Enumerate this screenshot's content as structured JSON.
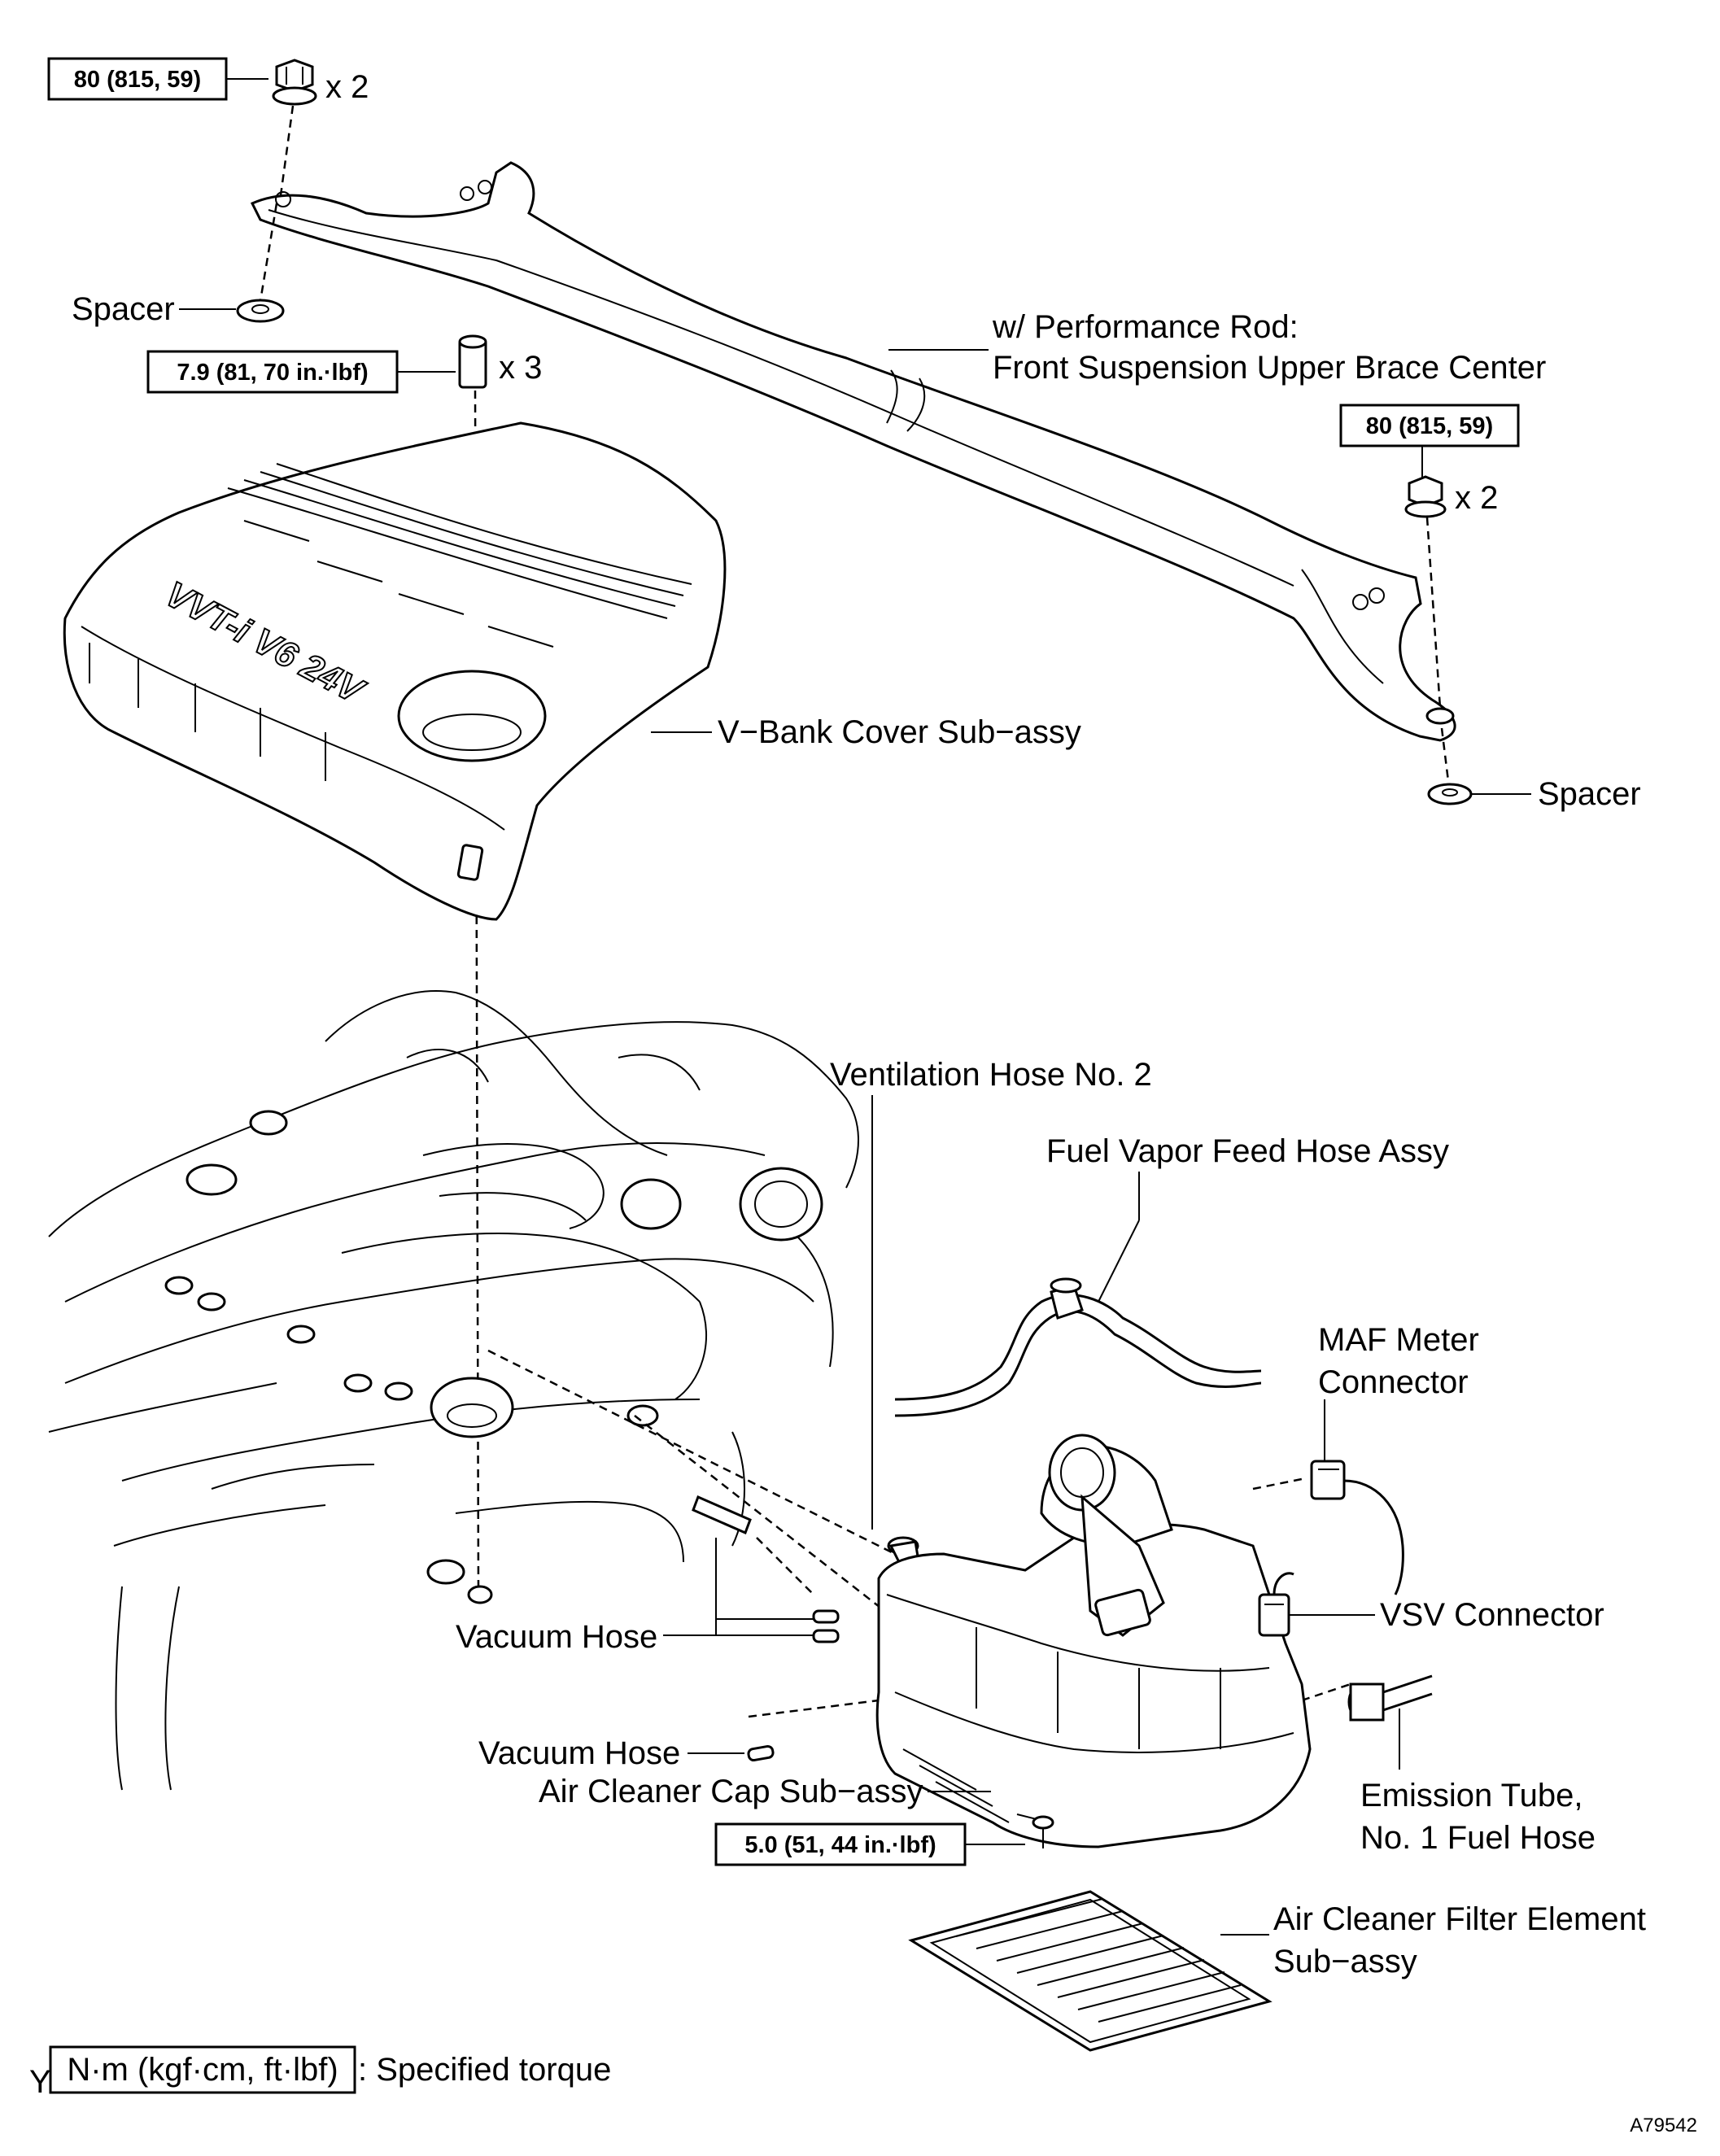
{
  "torque_specs": {
    "upper_left_nut": "80 (815, 59)",
    "upper_left_qty": "x 2",
    "vbank_bolt": "7.9 (81, 70 in.·lbf)",
    "vbank_bolt_qty": "x 3",
    "right_nut": "80 (815, 59)",
    "right_nut_qty": "x 2",
    "air_cleaner_bolt": "5.0 (51, 44 in.·lbf)"
  },
  "labels": {
    "spacer_left": "Spacer",
    "spacer_right": "Spacer",
    "performance_rod_line1": "w/ Performance Rod:",
    "performance_rod_line2": "Front Suspension Upper Brace Center",
    "vbank_cover": "V−Bank Cover Sub−assy",
    "cover_logo": "VVT-i V6 24V",
    "ventilation_hose": "Ventilation Hose No. 2",
    "fuel_vapor_hose": "Fuel Vapor Feed Hose Assy",
    "maf_line1": "MAF Meter",
    "maf_line2": "Connector",
    "vsv_connector": "VSV Connector",
    "vacuum_hose_1": "Vacuum Hose",
    "vacuum_hose_2": "Vacuum Hose",
    "air_cleaner_cap": "Air Cleaner Cap Sub−assy",
    "emission_line1": "Emission Tube,",
    "emission_line2": "No. 1 Fuel Hose",
    "filter_line1": "Air Cleaner Filter Element",
    "filter_line2": "Sub−assy"
  },
  "legend": {
    "marker": "Y",
    "unit_box": "N·m (kgf·cm, ft·lbf)",
    "description": ": Specified torque"
  },
  "figure_id": "A79542"
}
